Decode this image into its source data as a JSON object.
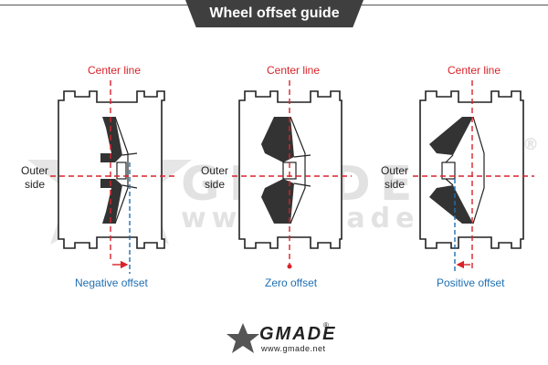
{
  "title": "Wheel offset guide",
  "watermark": {
    "brand": "GMADE",
    "url": "www.gmade.net",
    "reg": "®"
  },
  "panels": [
    {
      "center_label": "Center line",
      "side_label_1": "Outer",
      "side_label_2": "side",
      "offset_label": "Negative offset"
    },
    {
      "center_label": "Center line",
      "side_label_1": "Outer",
      "side_label_2": "side",
      "offset_label": "Zero offset"
    },
    {
      "center_label": "Center line",
      "side_label_1": "Outer",
      "side_label_2": "side",
      "offset_label": "Positive offset"
    }
  ],
  "footer": {
    "brand": "GMADE",
    "url": "www.gmade.net",
    "reg": "®"
  },
  "colors": {
    "title_bg": "#3f3f3f",
    "center_line": "#d8232a",
    "offset_line": "#1f6fb2",
    "hub": "#333333",
    "watermark": "#e2e2e2"
  }
}
